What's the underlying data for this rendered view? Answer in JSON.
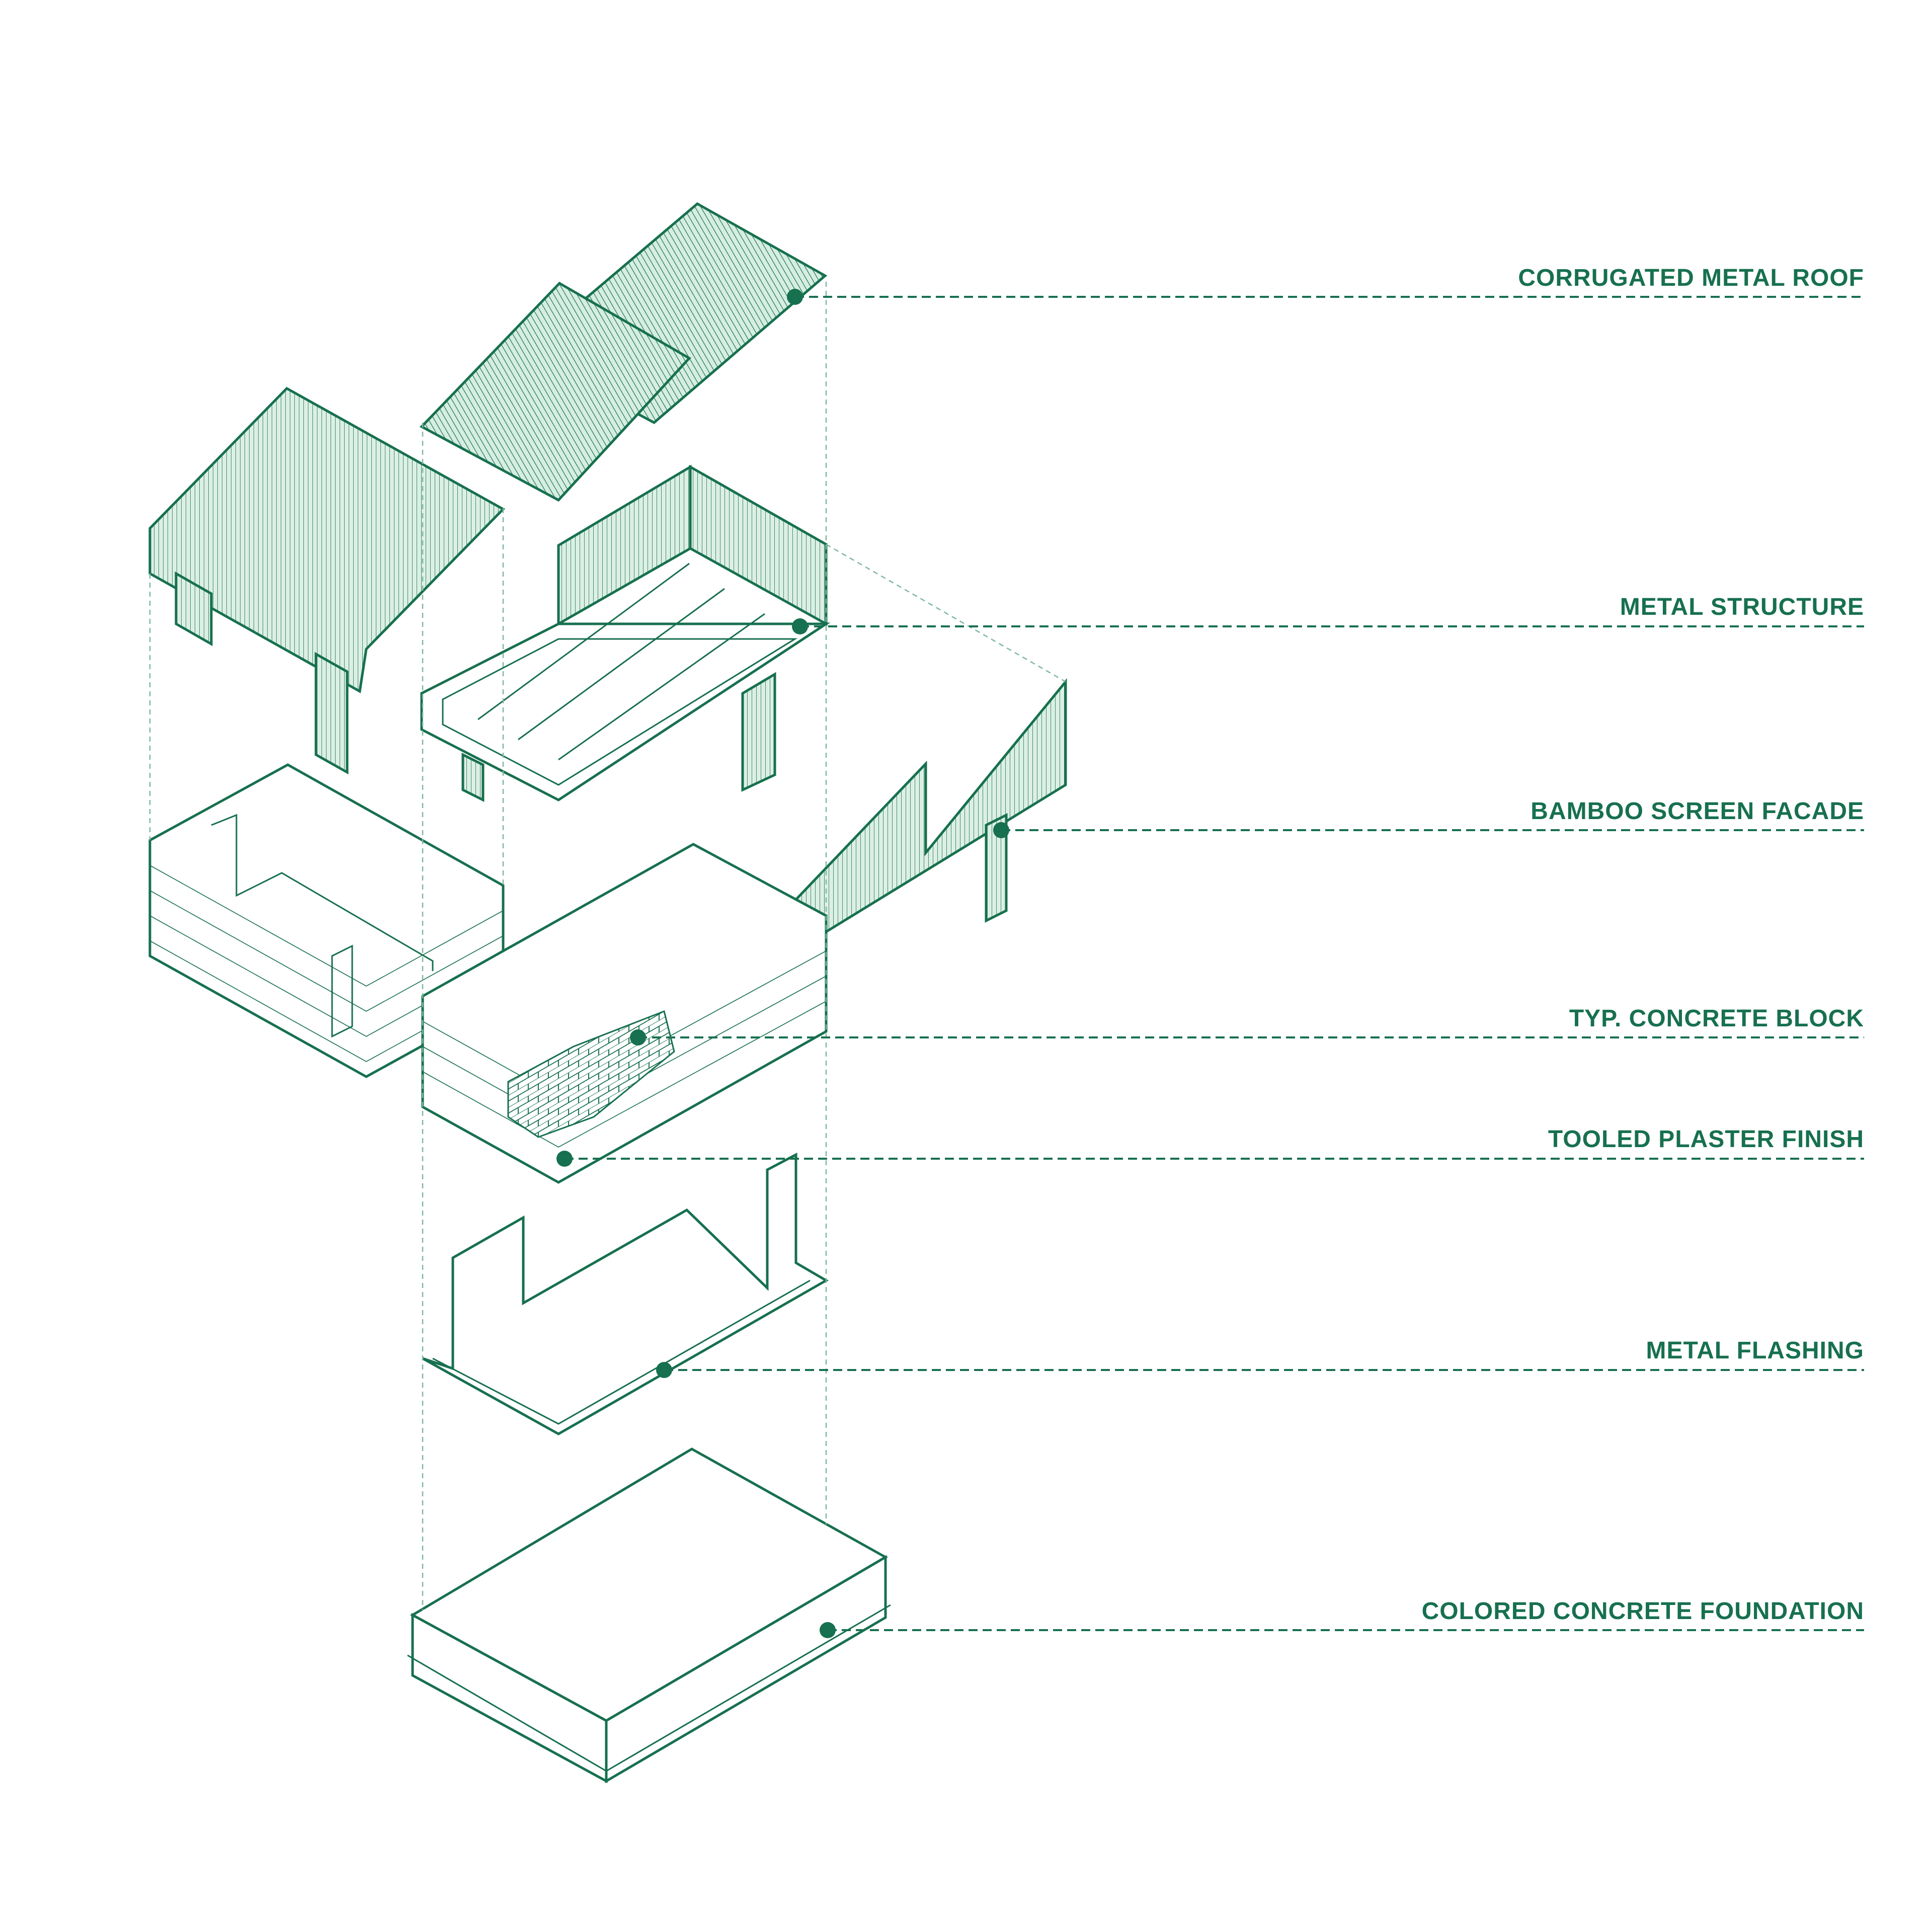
{
  "colors": {
    "line": "#17704f",
    "fill_light": "#d6ede2",
    "fill_mid": "#b7dcc9",
    "dot": "#17704f",
    "label": "#17704f",
    "guide": "#7fb89f"
  },
  "labels": {
    "corrugated_metal_roof": "CORRUGATED METAL ROOF",
    "metal_structure": "METAL STRUCTURE",
    "bamboo_screen_facade": "BAMBOO SCREEN FACADE",
    "typ_concrete_block": "TYP. CONCRETE BLOCK",
    "tooled_plaster_finish": "TOOLED PLASTER FINISH",
    "metal_flashing": "METAL FLASHING",
    "colored_concrete_foundation": "COLORED CONCRETE FOUNDATION"
  }
}
